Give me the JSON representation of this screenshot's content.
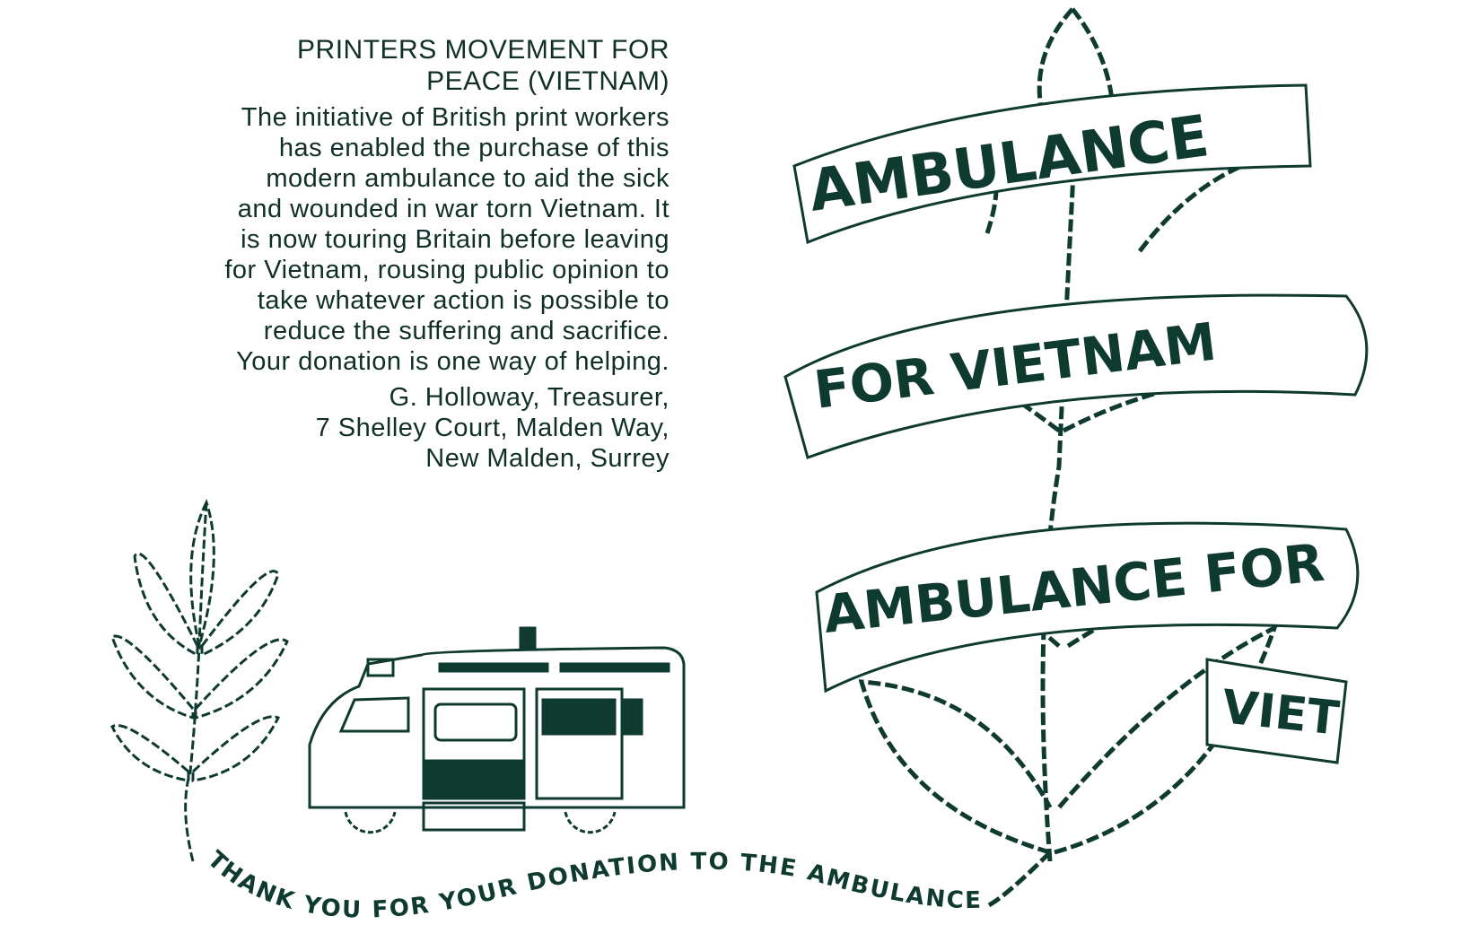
{
  "card": {
    "heading": "PRINTERS MOVEMENT FOR PEACE (VIETNAM)",
    "body": "The initiative of British print workers has enabled the purchase of this modern ambulance to aid the sick and wounded in war torn Vietnam. It is now touring Britain before leaving for Vietnam, rousing public opinion to take whatever action is possible to reduce the suffering and sacrifice. Your donation is one way of helping.",
    "signature": "G. Holloway, Treasurer,",
    "address_line1": "7 Shelley Court, Malden Way,",
    "address_line2": "New Malden, Surrey",
    "thank_you": "THANK YOU FOR YOUR DONATION TO THE AMBULANCE"
  },
  "ribbon": {
    "band1": "AMBULANCE",
    "band2": "FOR VIETNAM",
    "band3": "AMBULANCE FOR",
    "band4": "VIET"
  },
  "colors": {
    "ink": "#0f3a30",
    "paper": "#ffffff"
  }
}
